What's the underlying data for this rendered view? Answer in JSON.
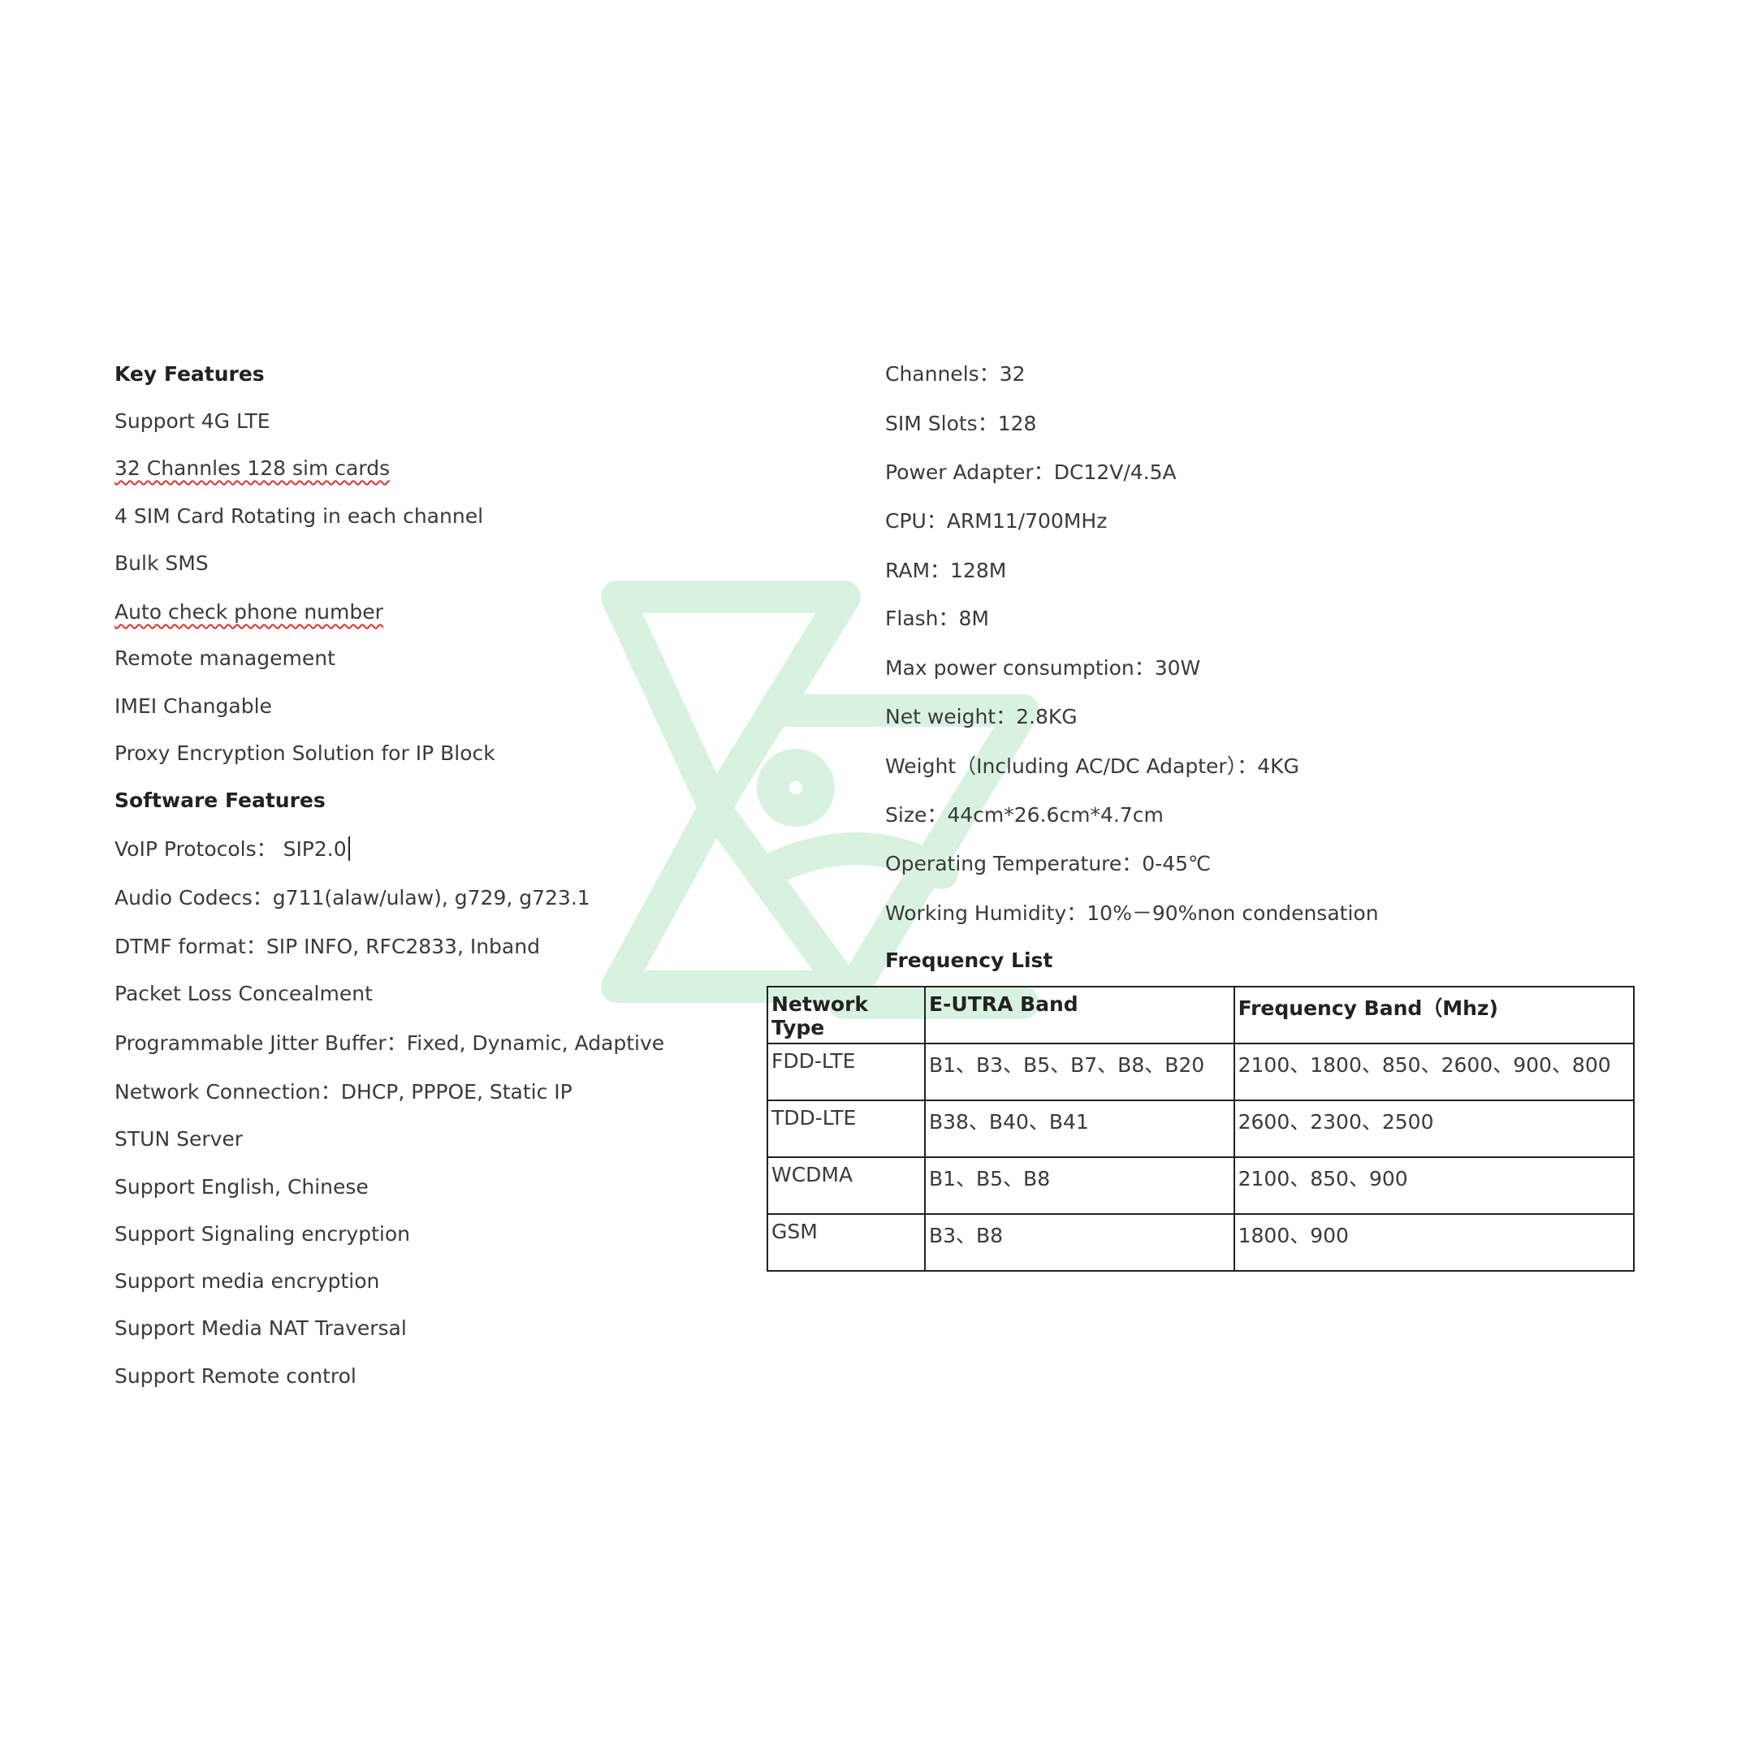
{
  "key_features": {
    "heading": "Key Features",
    "items": [
      "Support 4G LTE",
      "32 Channles 128 sim cards",
      "4 SIM Card Rotating in each channel",
      "Bulk SMS",
      "Auto check phone number",
      "Remote management",
      "IMEI Changable",
      "Proxy Encryption Solution for IP Block"
    ]
  },
  "software_features": {
    "heading": "Software Features",
    "items": [
      "VoIP Protocols： SIP2.0",
      "Audio Codecs：g711(alaw/ulaw), g729, g723.1",
      "DTMF format：SIP INFO, RFC2833, Inband",
      "Packet Loss Concealment",
      "Programmable Jitter Buffer：Fixed, Dynamic, Adaptive",
      "Network Connection：DHCP, PPPOE, Static IP",
      "STUN Server",
      "Support English, Chinese",
      "Support Signaling encryption",
      "Support media encryption",
      "Support Media NAT Traversal",
      "Support Remote control"
    ]
  },
  "specs": {
    "items": [
      "Channels：32",
      "SIM Slots：128",
      "Power Adapter：DC12V/4.5A",
      "CPU：ARM11/700MHz",
      "RAM：128M",
      "Flash：8M",
      "Max power consumption：30W",
      "Net weight：2.8KG",
      "Weight（Including AC/DC Adapter）：4KG",
      "Size：44cm*26.6cm*4.7cm",
      "Operating Temperature：0-45℃",
      "Working Humidity：10%－90%non condensation"
    ]
  },
  "frequency_list": {
    "heading": "Frequency List",
    "headers": [
      "Network Type",
      "E-UTRA Band",
      "Frequency Band（Mhz)"
    ],
    "rows": [
      [
        "FDD-LTE",
        "B1、B3、B5、B7、B8、B20",
        "2100、1800、850、2600、900、800"
      ],
      [
        "TDD-LTE",
        "B38、B40、B41",
        "2600、2300、2500"
      ],
      [
        "WCDMA",
        "B1、B5、B8",
        "2100、850、900"
      ],
      [
        "GSM",
        "B3、B8",
        "1800、900"
      ]
    ]
  },
  "colors": {
    "watermark": "#d8f2e0",
    "spellcheck_underline": "#d33",
    "table_border": "#222"
  }
}
